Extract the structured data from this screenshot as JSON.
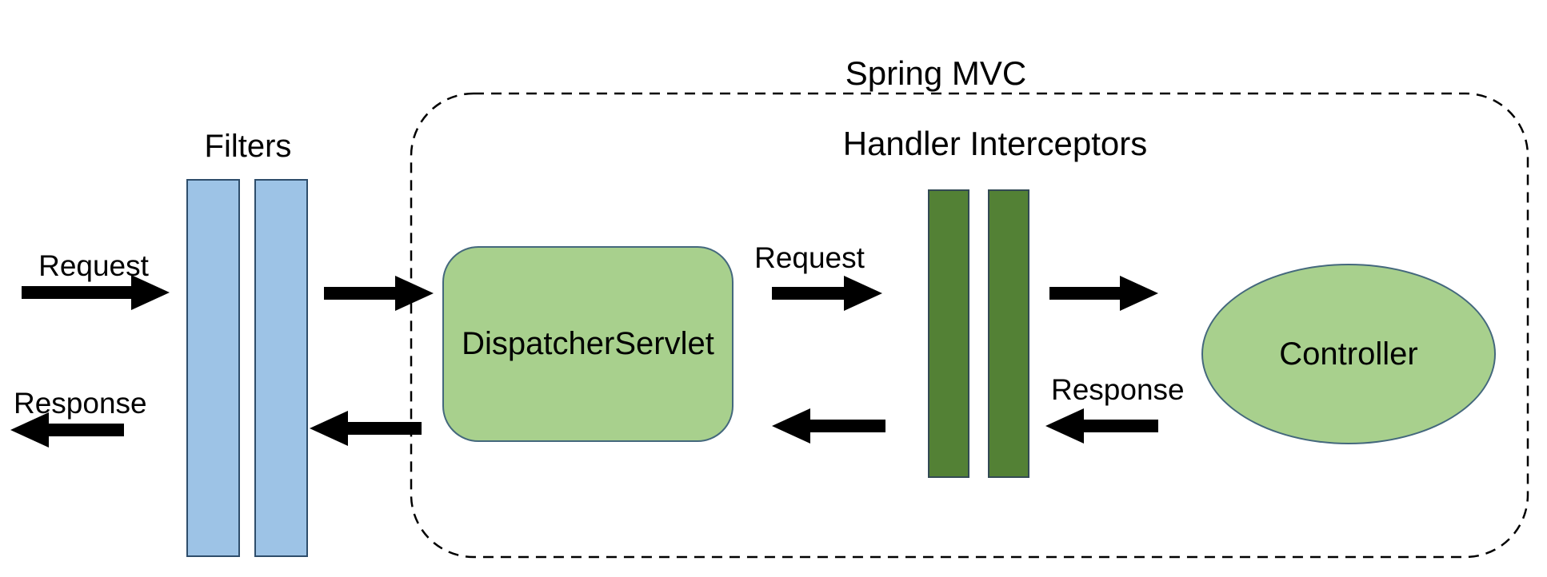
{
  "diagram": {
    "title": "Spring MVC",
    "labels": {
      "filters": "Filters",
      "handler_interceptors": "Handler Interceptors",
      "dispatcher_servlet": "DispatcherServlet",
      "controller": "Controller",
      "request_left": "Request",
      "request_inner": "Request",
      "response_left": "Response",
      "response_inner": "Response"
    },
    "colors": {
      "filter_fill": "#9DC3E6",
      "filter_border": "#2E4D6B",
      "shape_fill": "#A8D08D",
      "shape_border": "#44687D",
      "interceptor_fill": "#538135",
      "interceptor_border": "#334A54",
      "arrow": "#000000",
      "boundary": "#000000",
      "text": "#000000",
      "bg": "#FFFFFF"
    }
  }
}
